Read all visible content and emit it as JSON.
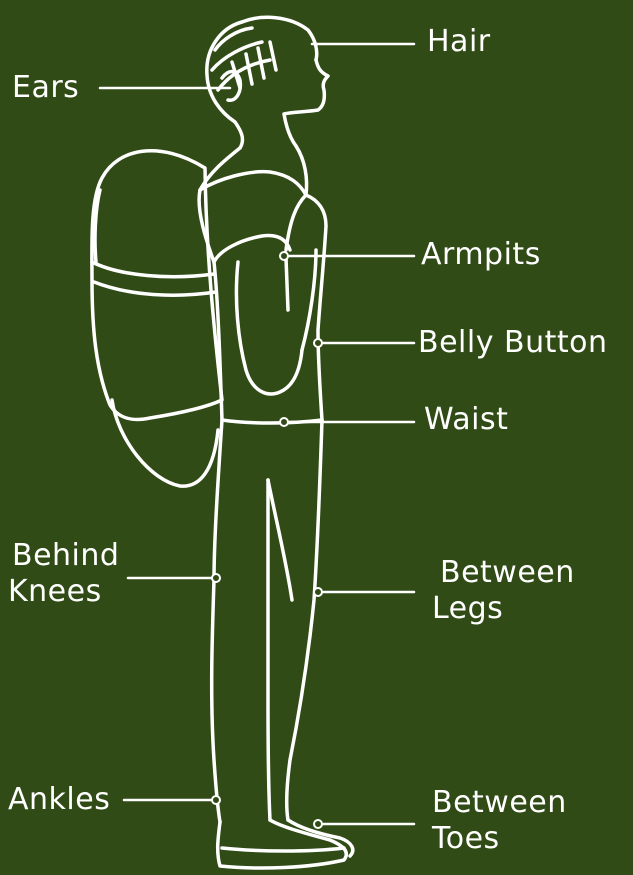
{
  "colors": {
    "background": "#304b16",
    "line": "#ffffff"
  },
  "figure": {
    "icon": "hiker-with-backpack-outline"
  },
  "labels": {
    "hair": "Hair",
    "ears": "Ears",
    "armpits": "Armpits",
    "belly_button": "Belly Button",
    "waist": "Waist",
    "behind_knees": [
      "Behind",
      "Knees"
    ],
    "between_legs": [
      "Between",
      "Legs"
    ],
    "ankles": "Ankles",
    "between_toes": [
      "Between",
      "Toes"
    ]
  }
}
